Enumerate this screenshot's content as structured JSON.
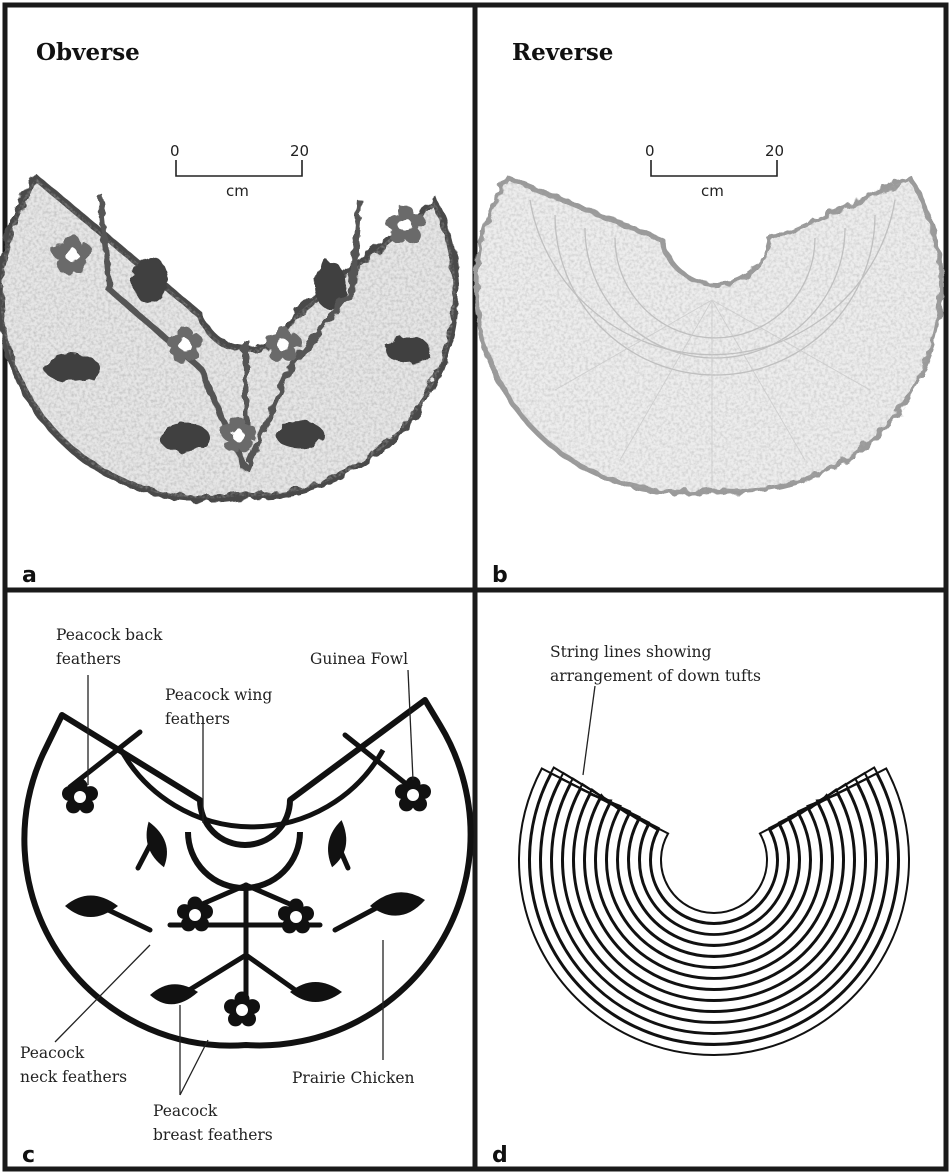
{
  "panels": {
    "a": {
      "letter": "a",
      "title": "Obverse"
    },
    "b": {
      "letter": "b",
      "title": "Reverse"
    },
    "c": {
      "letter": "c"
    },
    "d": {
      "letter": "d"
    }
  },
  "scale_bar": {
    "start": "0",
    "end": "20",
    "unit": "cm"
  },
  "diagram_c": {
    "labels": {
      "peacock_back_1": "Peacock back",
      "peacock_back_2": "feathers",
      "peacock_wing_1": "Peacock wing",
      "peacock_wing_2": "feathers",
      "guinea_fowl": "Guinea Fowl",
      "peacock_neck_1": "Peacock",
      "peacock_neck_2": "neck feathers",
      "peacock_breast_1": "Peacock",
      "peacock_breast_2": "breast feathers",
      "prairie_chicken": "Prairie Chicken"
    }
  },
  "diagram_d": {
    "label_1": "String lines showing",
    "label_2": "arrangement of down tufts"
  },
  "colors": {
    "border": "#1a1a1a",
    "ink": "#111111",
    "photo_dark": "#3a3a3a",
    "photo_light": "#cfcfcf"
  }
}
